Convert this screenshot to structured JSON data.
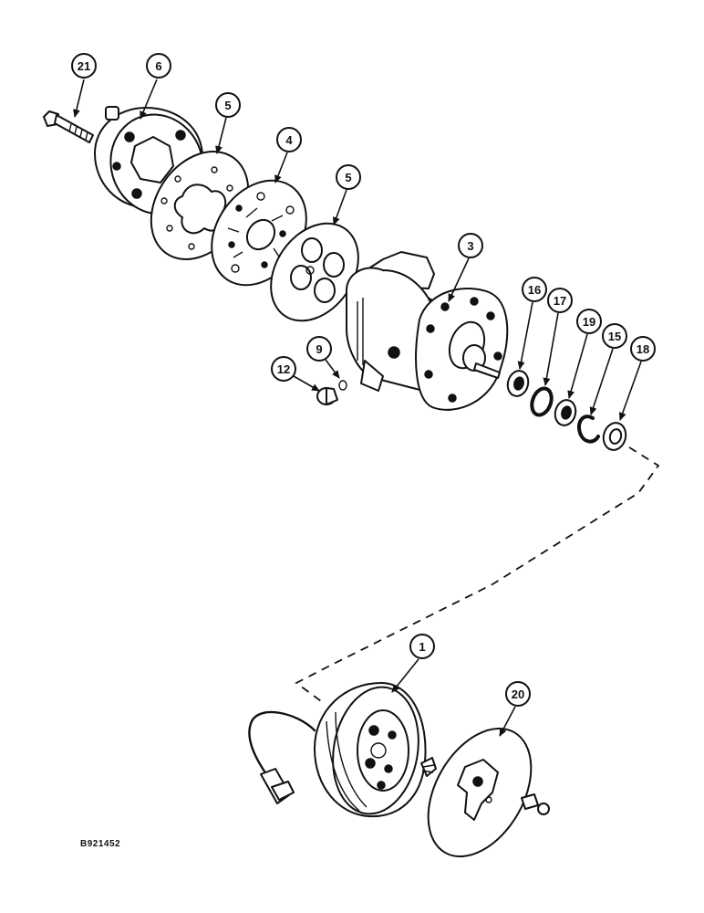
{
  "figure_code": "B921452",
  "callouts": {
    "c21": "21",
    "c6": "6",
    "c5a": "5",
    "c4": "4",
    "c5b": "5",
    "c3": "3",
    "c16": "16",
    "c17": "17",
    "c19": "19",
    "c15": "15",
    "c18": "18",
    "c9": "9",
    "c12": "12",
    "c1": "1",
    "c20": "20"
  }
}
